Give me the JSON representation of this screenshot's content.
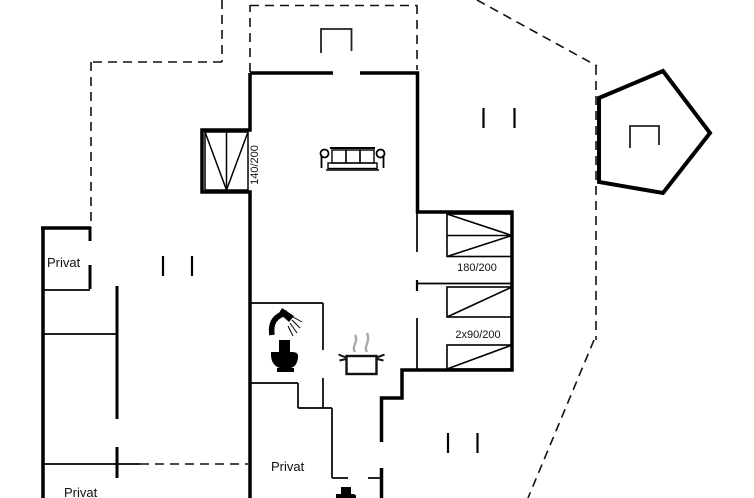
{
  "title": "Holiday home floor plan",
  "colors": {
    "background": "#ffffff",
    "line": "#000000",
    "text": "#111111",
    "steam": "#a9a9a9"
  },
  "labels": {
    "private_room_top_left": "Privat",
    "private_room_bottom_left": "Privat",
    "private_room_center": "Privat",
    "alcove_bed_size": "140/200",
    "double_bed_size": "180/200",
    "bunk_bed_size": "2x90/200"
  },
  "icons": [
    {
      "name": "sofa-icon"
    },
    {
      "name": "shower-icon"
    },
    {
      "name": "toilet-icon"
    },
    {
      "name": "toilet-icon-bottom"
    },
    {
      "name": "cooking-pot-icon"
    },
    {
      "name": "steam-icon"
    },
    {
      "name": "grill-icon-terrace"
    },
    {
      "name": "grill-icon-gazebo"
    },
    {
      "name": "double-bed-140-icon"
    },
    {
      "name": "double-bed-180-icon"
    },
    {
      "name": "bunk-bed-icon"
    }
  ]
}
